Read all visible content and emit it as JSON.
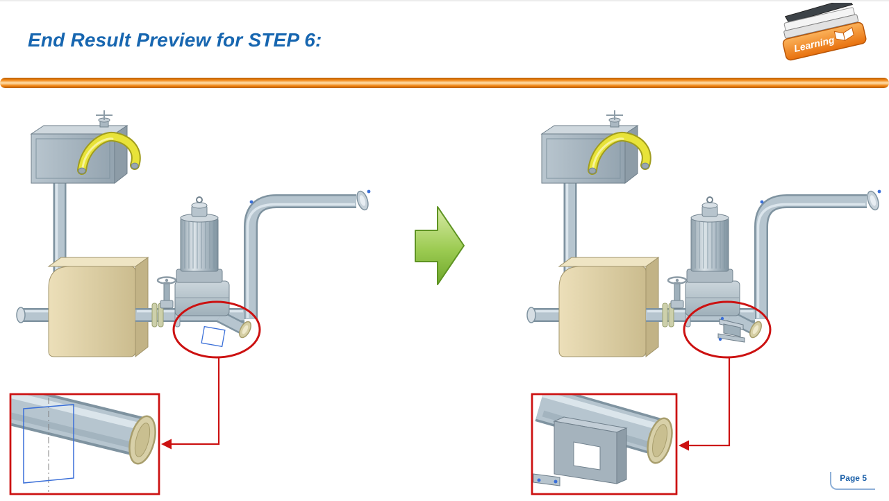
{
  "slide": {
    "title": "End Result Preview for STEP 6:",
    "page_label": "Page 5"
  },
  "logo": {
    "label": "Learning"
  },
  "icons": {
    "logo_book": "open-book-icon",
    "transition": "right-arrow-icon"
  },
  "colors": {
    "title": "#1766b0",
    "divider_orange": "#ef8312",
    "callout_red": "#cc1111",
    "sketch_blue": "#3a6fd8",
    "page_label_blue": "#1a5fa8",
    "arrow_green": "#8bc23e",
    "pipe_gray": "#b6c5cf",
    "vessel_tan": "#ddd1a6",
    "handle_yellow": "#e8e339"
  }
}
